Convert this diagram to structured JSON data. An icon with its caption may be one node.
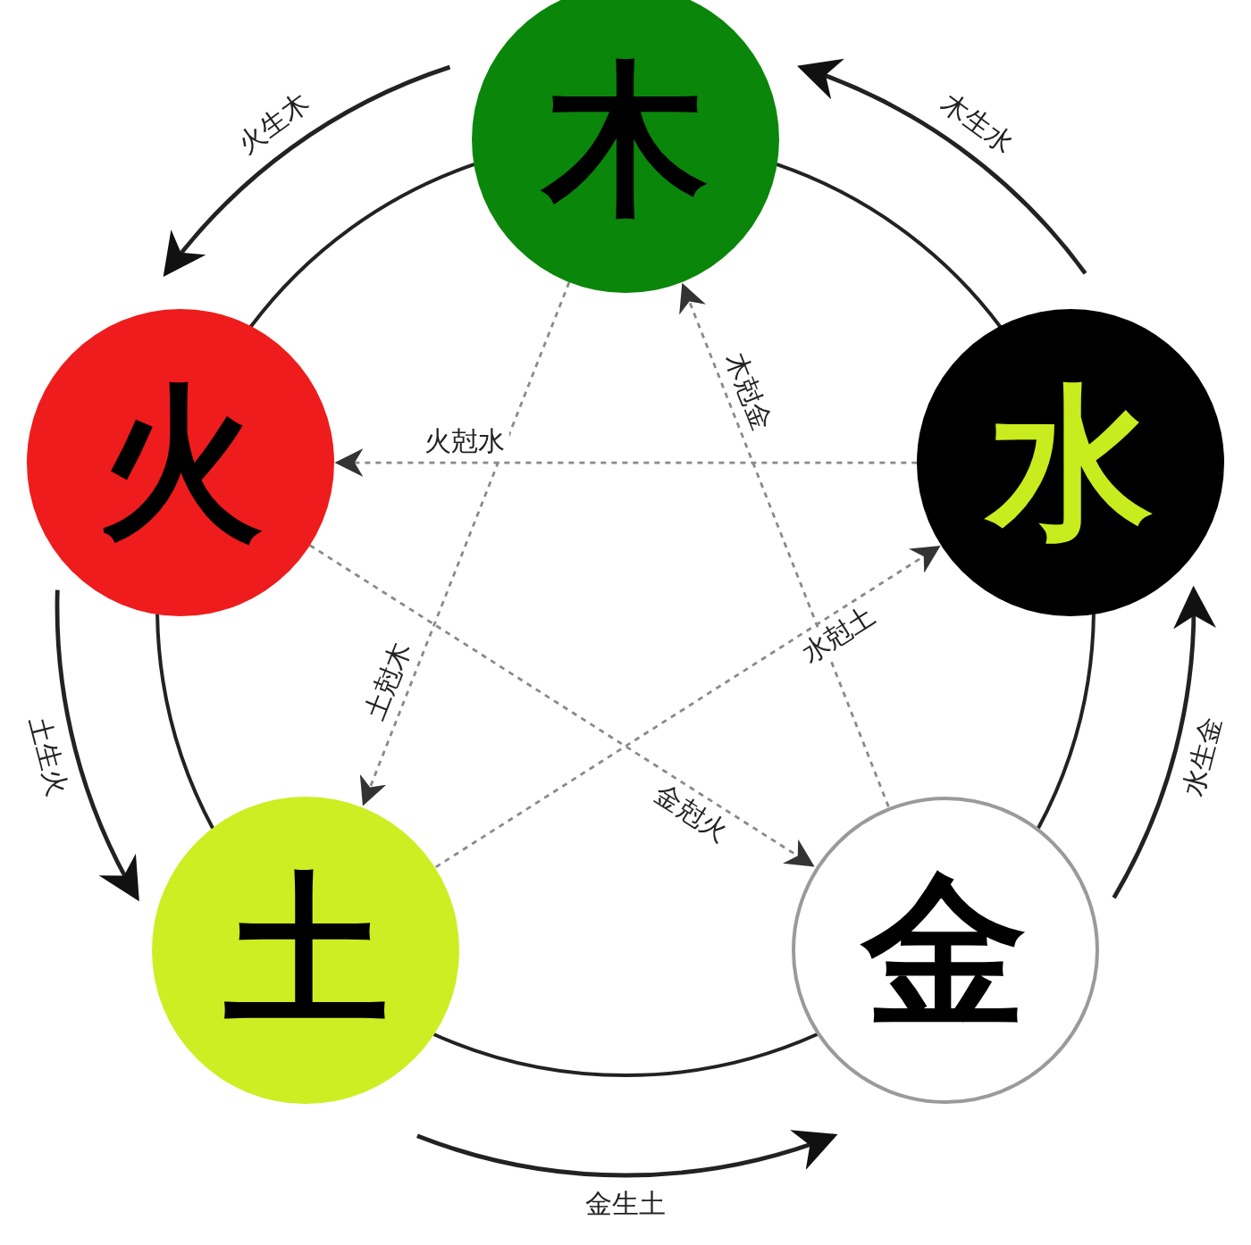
{
  "diagram": {
    "nodes": [
      {
        "text": [
          "木"
        ]
      },
      {
        "text": [
          "火"
        ]
      },
      {
        "text": [
          "水"
        ]
      },
      {
        "text": [
          "土"
        ]
      },
      {
        "text": [
          "金"
        ]
      }
    ],
    "edges": [
      {
        "from": 0,
        "to": 2,
        "arrow": "none"
      },
      {
        "from": 2,
        "to": 4,
        "arrow": "none"
      },
      {
        "from": 4,
        "to": 3,
        "arrow": "none"
      },
      {
        "from": 3,
        "to": 1,
        "arrow": "none"
      },
      {
        "from": 1,
        "to": 0,
        "arrow": "none"
      },
      {
        "from": 2,
        "to": 1,
        "arrow": "to",
        "label": "火尅水",
        "style": "dashed",
        "color": "#8a8a8a"
      },
      {
        "from": 4,
        "to": 0,
        "arrow": "to",
        "label": "木尅金",
        "style": "dashed",
        "color": "#8a8a8a"
      },
      {
        "from": 0,
        "to": 3,
        "arrow": "to",
        "label": "土尅木",
        "style": "dashed",
        "color": "#8a8a8a"
      },
      {
        "from": 3,
        "to": 2,
        "arrow": "to",
        "label": "水尅土",
        "style": "dashed",
        "color": "#8a8a8a"
      },
      {
        "from": 1,
        "to": 4,
        "arrow": "to",
        "label": "金尅火",
        "style": "dashed",
        "color": "#8a8a8a"
      },
      {
        "from": 0,
        "to": 1,
        "arrow": "to",
        "label": "火生木"
      },
      {
        "from": 2,
        "to": 0,
        "arrow": "to",
        "label": "木生水"
      },
      {
        "from": 1,
        "to": 3,
        "arrow": "to",
        "label": "土生火"
      },
      {
        "from": 4,
        "to": 2,
        "arrow": "to",
        "label": "水生金"
      },
      {
        "from": 3,
        "to": 4,
        "arrow": "to",
        "label": "金生土"
      }
    ]
  }
}
